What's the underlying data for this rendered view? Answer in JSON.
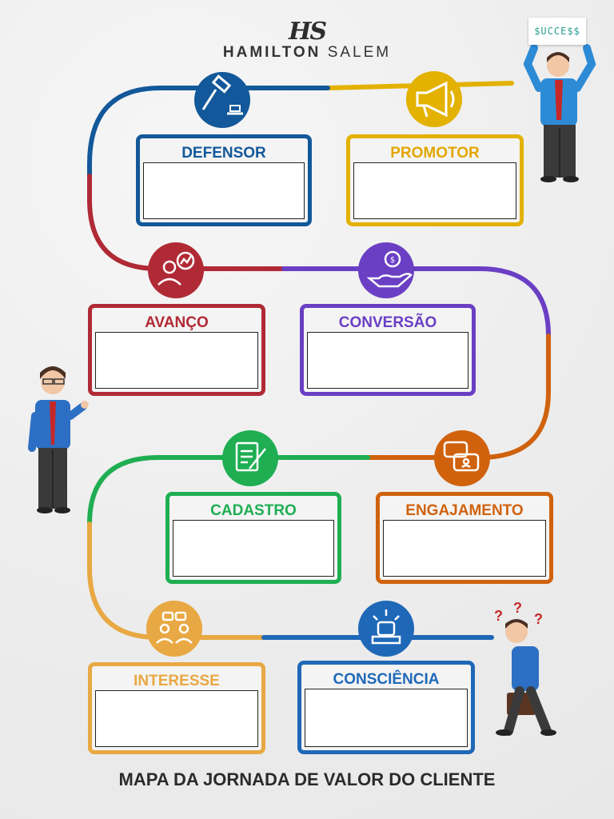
{
  "logo": {
    "mark": "HS",
    "name_bold": "HAMILTON",
    "name_light": "SALEM"
  },
  "sign_text": "$UCCE$$",
  "question_marks": [
    "?",
    "?",
    "?"
  ],
  "stages": [
    {
      "id": "defensor",
      "label": "DEFENSOR",
      "color": "#12589a",
      "icon": "gavel-icon"
    },
    {
      "id": "promotor",
      "label": "PROMOTOR",
      "color": "#e3b100",
      "icon": "megaphone-icon"
    },
    {
      "id": "avanco",
      "label": "AVANÇO",
      "color": "#b02a35",
      "icon": "growth-chart-icon"
    },
    {
      "id": "conversao",
      "label": "CONVERSÃO",
      "color": "#6a3fc4",
      "icon": "money-hand-icon"
    },
    {
      "id": "cadastro",
      "label": "CADASTRO",
      "color": "#1fae52",
      "icon": "form-pencil-icon"
    },
    {
      "id": "engajamento",
      "label": "ENGAJAMENTO",
      "color": "#d0620e",
      "icon": "chat-bubbles-icon"
    },
    {
      "id": "interesse",
      "label": "INTERESSE",
      "color": "#e8a843",
      "icon": "people-talk-icon"
    },
    {
      "id": "consciencia",
      "label": "CONSCIÊNCIA",
      "color": "#1f68b8",
      "icon": "alarm-light-icon"
    }
  ],
  "footer_title": "MAPA DA JORNADA DE VALOR DO CLIENTE"
}
